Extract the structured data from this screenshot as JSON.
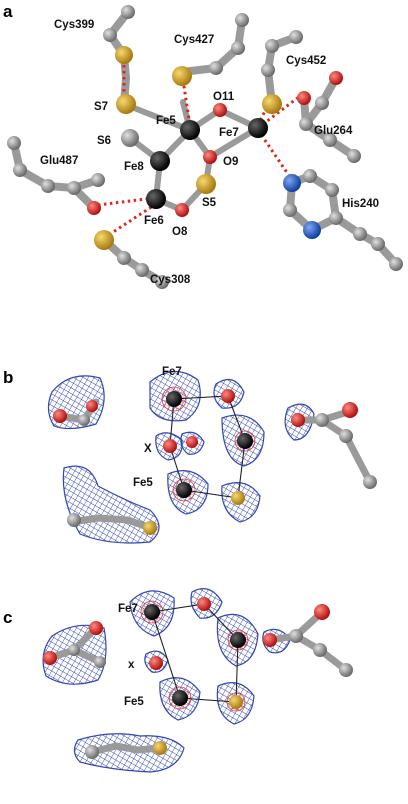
{
  "panels": [
    {
      "letter": "a",
      "labels": {
        "cys399": "Cys399",
        "cys427": "Cys427",
        "cys452": "Cys452",
        "s7": "S7",
        "s6": "S6",
        "fe5": "Fe5",
        "fe7": "Fe7",
        "fe8": "Fe8",
        "fe6": "Fe6",
        "o11": "O11",
        "o9": "O9",
        "s5": "S5",
        "o8": "O8",
        "glu487": "Glu487",
        "glu264": "Glu264",
        "his240": "His240",
        "cys308": "Cys308"
      }
    },
    {
      "letter": "b",
      "labels": {
        "fe7": "Fe7",
        "x": "X",
        "fe5": "Fe5"
      }
    },
    {
      "letter": "c",
      "labels": {
        "fe7": "Fe7",
        "x": "x",
        "fe5": "Fe5"
      }
    }
  ],
  "colors": {
    "carbon": "#8f8f8f",
    "oxygen": "#e02020",
    "sulfur": "#d4a020",
    "iron": "#101010",
    "nitrogen": "#1f5fc8",
    "mesh": "#3246b4",
    "hydrogen_bond": "#d62b1e"
  }
}
